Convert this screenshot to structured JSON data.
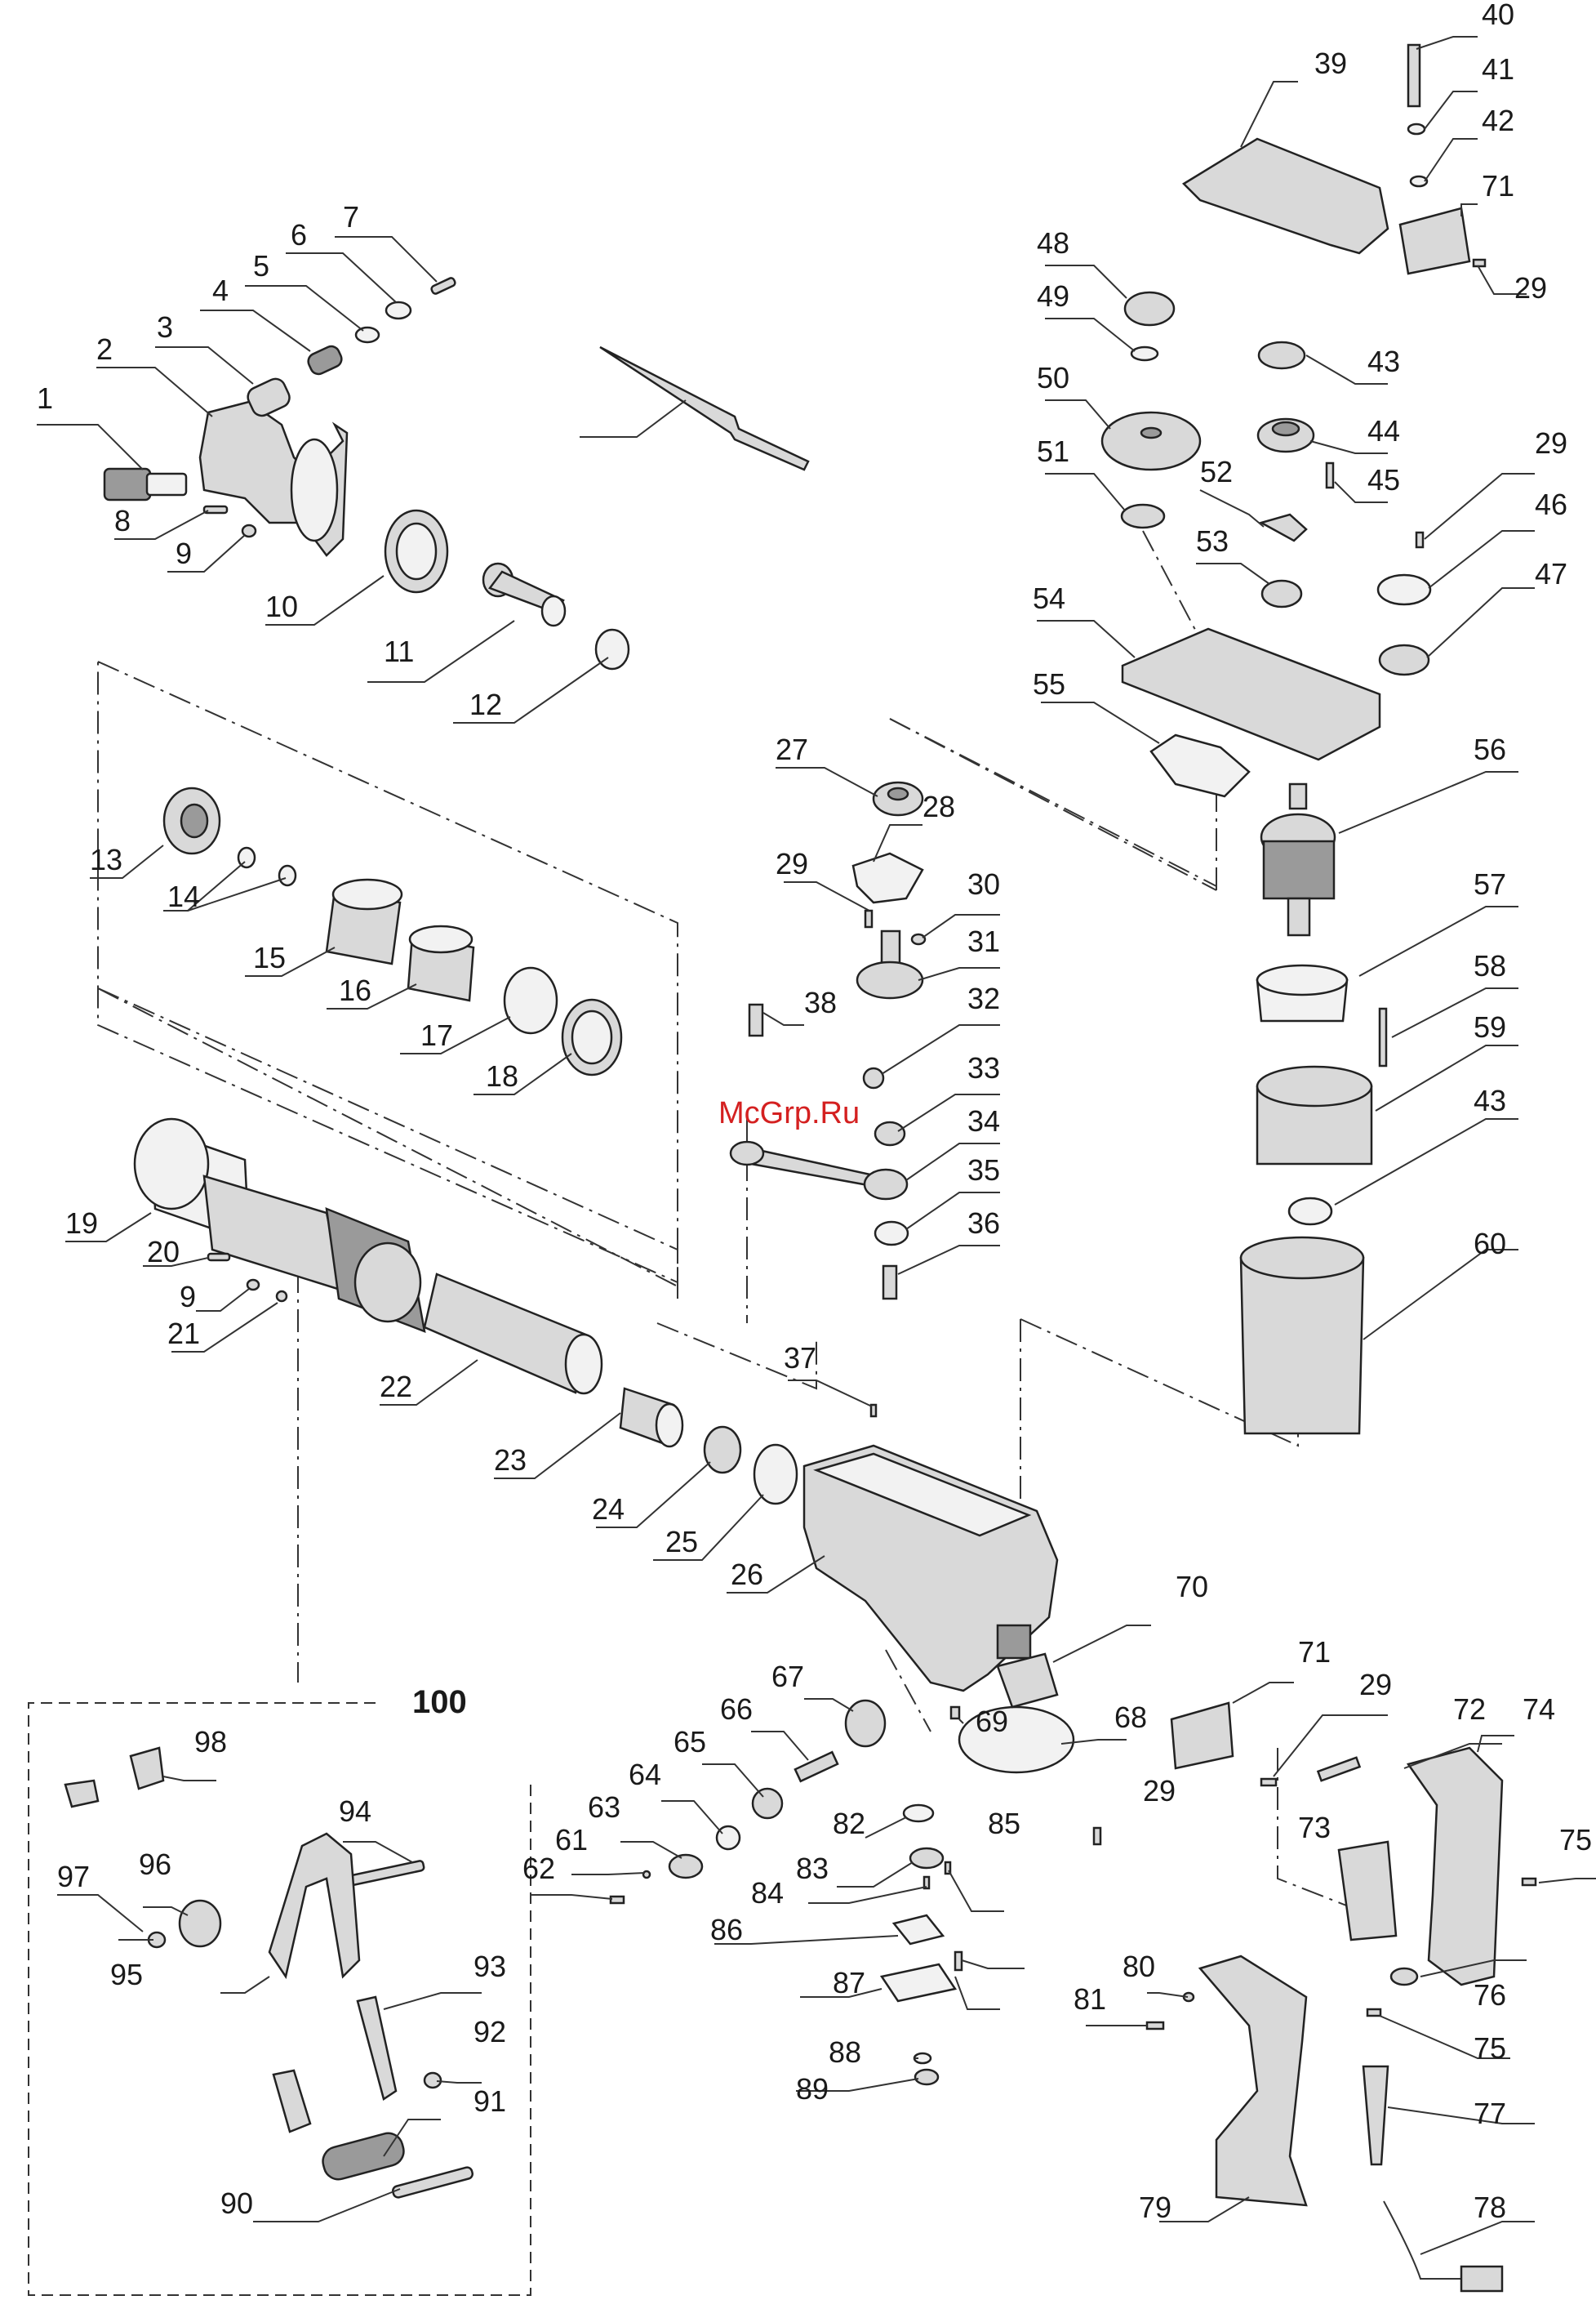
{
  "watermark": "McGrp.Ru",
  "group_label": "100",
  "parts": [
    {
      "num": "1"
    },
    {
      "num": "2"
    },
    {
      "num": "3"
    },
    {
      "num": "4"
    },
    {
      "num": "5"
    },
    {
      "num": "6"
    },
    {
      "num": "7"
    },
    {
      "num": "8"
    },
    {
      "num": "9"
    },
    {
      "num": "9"
    },
    {
      "num": "10"
    },
    {
      "num": "11"
    },
    {
      "num": "12"
    },
    {
      "num": "13"
    },
    {
      "num": "14"
    },
    {
      "num": "15"
    },
    {
      "num": "16"
    },
    {
      "num": "17"
    },
    {
      "num": "18"
    },
    {
      "num": "19"
    },
    {
      "num": "20"
    },
    {
      "num": "21"
    },
    {
      "num": "22"
    },
    {
      "num": "23"
    },
    {
      "num": "24"
    },
    {
      "num": "25"
    },
    {
      "num": "26"
    },
    {
      "num": "27"
    },
    {
      "num": "28"
    },
    {
      "num": "29"
    },
    {
      "num": "29"
    },
    {
      "num": "29"
    },
    {
      "num": "29"
    },
    {
      "num": "29"
    },
    {
      "num": "30"
    },
    {
      "num": "31"
    },
    {
      "num": "32"
    },
    {
      "num": "33"
    },
    {
      "num": "34"
    },
    {
      "num": "35"
    },
    {
      "num": "36"
    },
    {
      "num": "37"
    },
    {
      "num": "38"
    },
    {
      "num": "39"
    },
    {
      "num": "40"
    },
    {
      "num": "41"
    },
    {
      "num": "42"
    },
    {
      "num": "43"
    },
    {
      "num": "43"
    },
    {
      "num": "44"
    },
    {
      "num": "45"
    },
    {
      "num": "46"
    },
    {
      "num": "47"
    },
    {
      "num": "48"
    },
    {
      "num": "49"
    },
    {
      "num": "50"
    },
    {
      "num": "51"
    },
    {
      "num": "52"
    },
    {
      "num": "53"
    },
    {
      "num": "54"
    },
    {
      "num": "55"
    },
    {
      "num": "56"
    },
    {
      "num": "57"
    },
    {
      "num": "58"
    },
    {
      "num": "59"
    },
    {
      "num": "60"
    },
    {
      "num": "61"
    },
    {
      "num": "62"
    },
    {
      "num": "63"
    },
    {
      "num": "64"
    },
    {
      "num": "65"
    },
    {
      "num": "66"
    },
    {
      "num": "67"
    },
    {
      "num": "68"
    },
    {
      "num": "69"
    },
    {
      "num": "70"
    },
    {
      "num": "71"
    },
    {
      "num": "71"
    },
    {
      "num": "72"
    },
    {
      "num": "73"
    },
    {
      "num": "74"
    },
    {
      "num": "75"
    },
    {
      "num": "75"
    },
    {
      "num": "76"
    },
    {
      "num": "77"
    },
    {
      "num": "78"
    },
    {
      "num": "79"
    },
    {
      "num": "80"
    },
    {
      "num": "81"
    },
    {
      "num": "82"
    },
    {
      "num": "83"
    },
    {
      "num": "84"
    },
    {
      "num": "85"
    },
    {
      "num": "86"
    },
    {
      "num": "87"
    },
    {
      "num": "88"
    },
    {
      "num": "89"
    },
    {
      "num": "90"
    },
    {
      "num": "91"
    },
    {
      "num": "92"
    },
    {
      "num": "93"
    },
    {
      "num": "94"
    },
    {
      "num": "95"
    },
    {
      "num": "96"
    },
    {
      "num": "97"
    },
    {
      "num": "98"
    }
  ],
  "colors": {
    "line": "#222222",
    "part_fill": "#d9d9d9",
    "watermark": "#d42020"
  }
}
